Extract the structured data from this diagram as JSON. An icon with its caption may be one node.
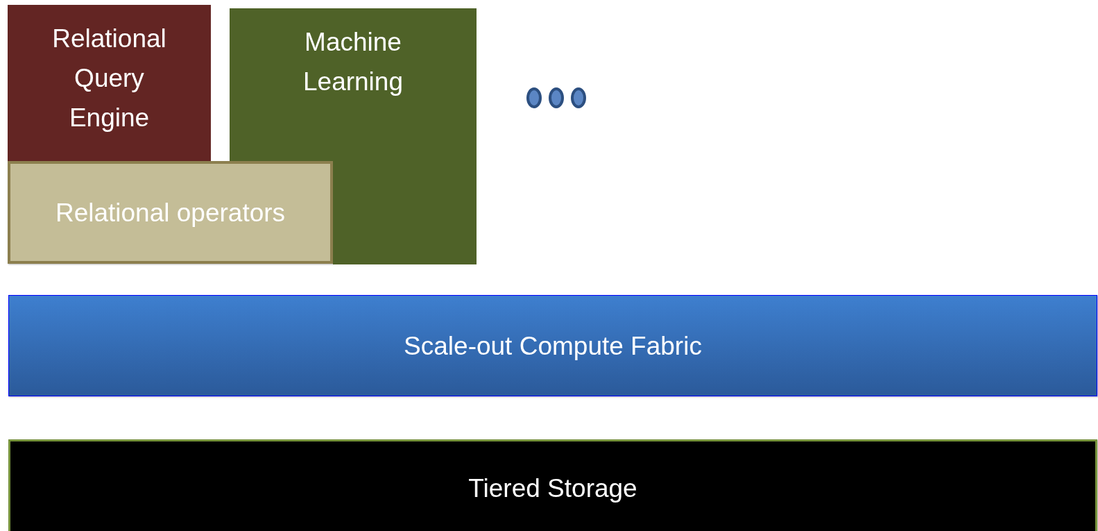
{
  "diagram": {
    "nodes": [
      {
        "text": [
          "Relational Query Engine"
        ]
      },
      {
        "text": [
          "Machine Learning"
        ]
      },
      {
        "text": [
          "Relational operators"
        ]
      },
      {
        "text": [
          "Scale-out Compute Fabric"
        ]
      },
      {
        "text": [
          "Tiered Storage"
        ]
      }
    ]
  }
}
